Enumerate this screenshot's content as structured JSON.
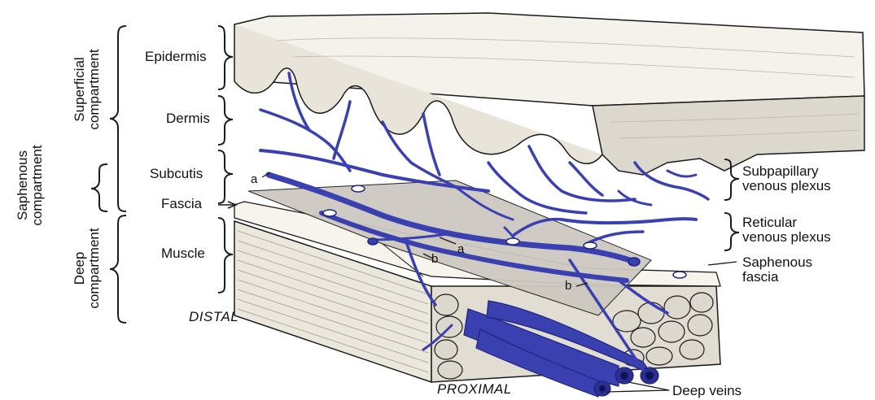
{
  "labels": {
    "superficial_line1": "Superficial",
    "superficial_line2": "compartment",
    "saphenous_line1": "Saphenous",
    "saphenous_line2": "compartment",
    "deep_line1": "Deep",
    "deep_line2": "compartment",
    "epidermis": "Epidermis",
    "dermis": "Dermis",
    "subcutis": "Subcutis",
    "fascia": "Fascia",
    "muscle": "Muscle",
    "distal": "DISTAL",
    "proximal": "PROXIMAL",
    "subpapillary_line1": "Subpapillary",
    "subpapillary_line2": "venous plexus",
    "reticular_line1": "Reticular",
    "reticular_line2": "venous plexus",
    "saphenous_fascia_line1": "Saphenous",
    "saphenous_fascia_line2": "fascia",
    "deep_veins": "Deep veins",
    "marker_a1": "a",
    "marker_a2": "a",
    "marker_b1": "b",
    "marker_b2": "b"
  },
  "colors": {
    "vein": "#3a40b0",
    "vein_dark": "#1f2380",
    "skin": "#f4f1ea",
    "skin_shade": "#d6d1c6",
    "fascia": "#cfcac2",
    "muscle": "#ebe6dc",
    "line": "#1a1a1a"
  }
}
